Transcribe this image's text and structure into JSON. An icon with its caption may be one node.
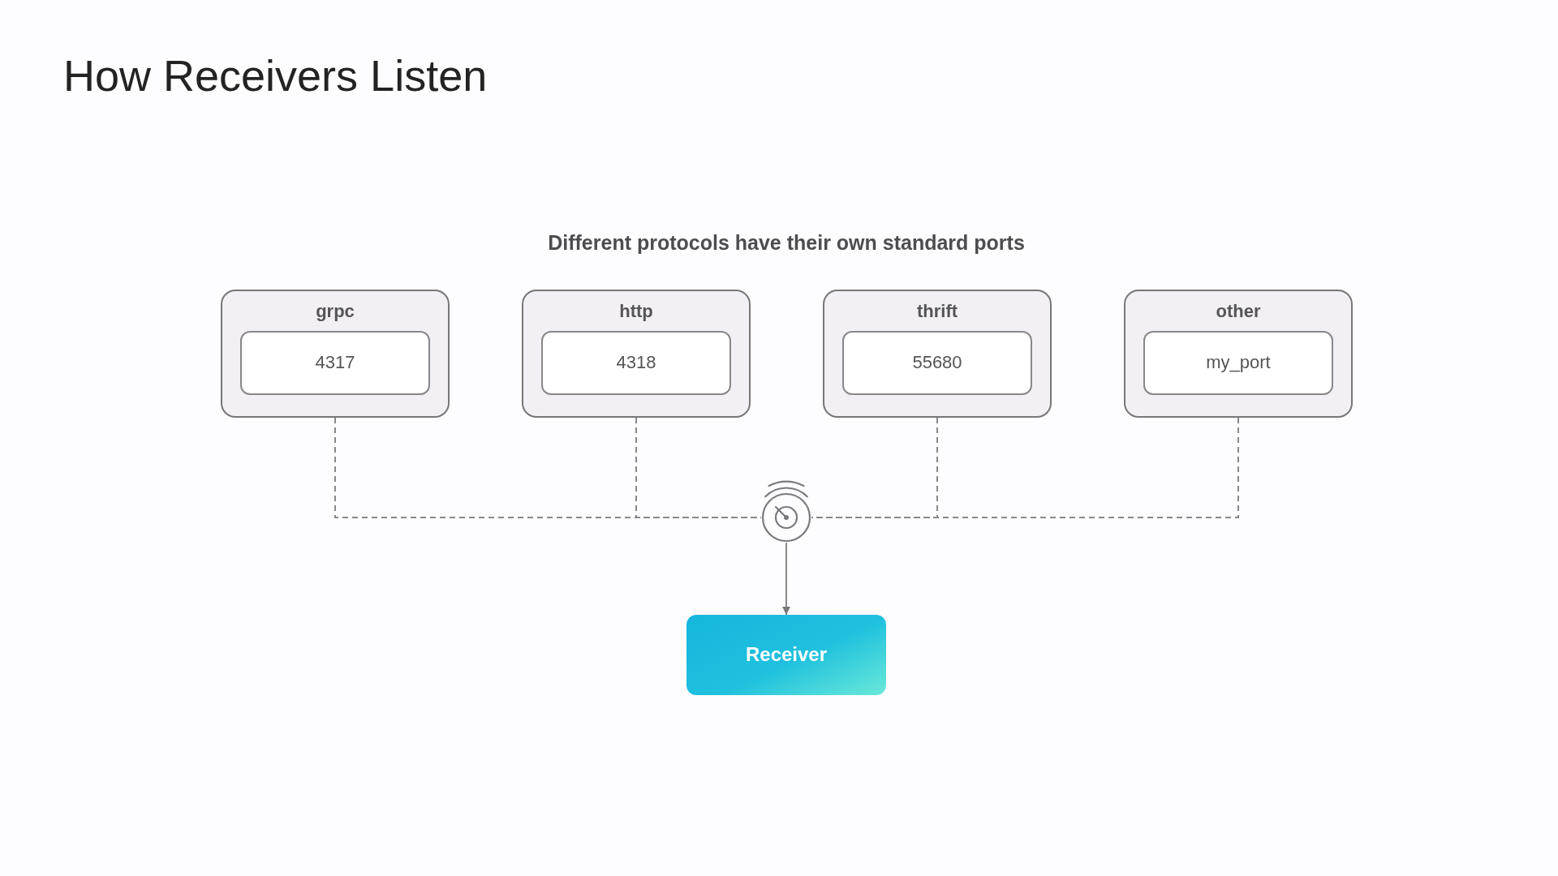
{
  "diagram": {
    "title": "How Receivers Listen",
    "nodes": [
      {
        "text": [
          "grpc"
        ]
      },
      {
        "text": [
          "4317"
        ],
        "in": 0
      },
      {
        "text": [
          "http"
        ]
      },
      {
        "text": [
          "4318"
        ],
        "in": 2
      },
      {
        "text": [
          "thrift"
        ]
      },
      {
        "text": [
          "55680"
        ],
        "in": 4
      },
      {
        "text": [
          "other"
        ]
      },
      {
        "text": [
          "my_port"
        ],
        "in": 6
      },
      {
        "text": [],
        "shape": "picture"
      },
      {
        "text": [
          "Receiver"
        ]
      }
    ],
    "edges": [
      {
        "from": 0,
        "to": 8,
        "arrow": "none",
        "style": "dashed"
      },
      {
        "from": 2,
        "to": 8,
        "arrow": "none",
        "style": "dashed"
      },
      {
        "from": 4,
        "to": 8,
        "arrow": "none",
        "style": "dashed"
      },
      {
        "from": 6,
        "to": 8,
        "arrow": "none",
        "style": "dashed"
      },
      {
        "from": 8,
        "to": 9,
        "arrow": "to"
      }
    ],
    "labels": [
      "Different protocols have their own standard ports"
    ]
  }
}
